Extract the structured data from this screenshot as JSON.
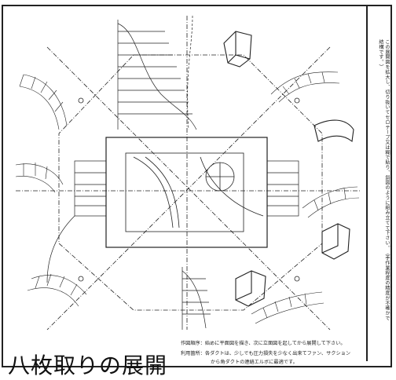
{
  "title": "八枚取りの展開",
  "notes": {
    "procedure": "作図順序：始めに平面図を描き、次に立面図を起してから展開して下さい。",
    "usage": "利用箇所：各ダクトは、少しでも圧力損失を少なく出来てファン、サクション",
    "usage_cont": "から角ダクトの連絡エルボに最適です。"
  },
  "side_note": "この展開図を拡大し、切り抜いてセロテープ又は糊で貼り、斜図のように組み立てて下さい。（手作業程度の精度が不確かで結構です。）"
}
